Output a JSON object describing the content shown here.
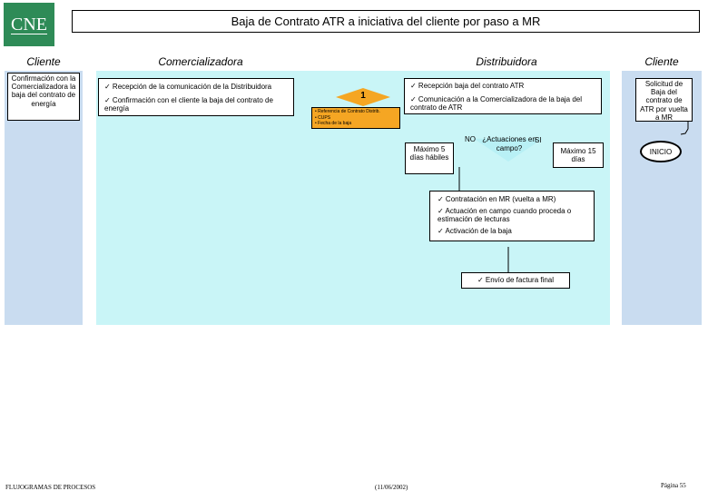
{
  "logo_text": "CNE",
  "title": "Baja de Contrato ATR a iniciativa del cliente por paso a MR",
  "headers": {
    "cliente_left": "Cliente",
    "comercializadora": "Comercializadora",
    "distribuidora": "Distribuidora",
    "cliente_right": "Cliente"
  },
  "cliente_left_box": "Confirmación con la Comercializadora la baja del contrato de energía",
  "com_box": {
    "item1": "✓ Recepción de la comunicación de la Distribuidora",
    "item2": "✓ Confirmación con el cliente la baja del contrato de energía"
  },
  "step_number": "1",
  "step_data": {
    "item1": "• Referencia de Contrato Distrib.",
    "item2": "• CUPS",
    "item3": "• Fecha de la baja"
  },
  "dis_box": {
    "item1": "✓ Recepción baja del contrato ATR",
    "item2": "✓ Comunicación a la Comercializadora de la baja del contrato de ATR"
  },
  "cliente_right_box": "Solicitud de Baja del contrato de ATR por vuelta a MR",
  "max_left": "Máximo 5 días hábiles",
  "decision": {
    "no_label": "NO",
    "question": "¿Actuaciones en campo?",
    "si_label": "SI"
  },
  "max_right": "Máximo 15 días",
  "start_label": "INICIO",
  "actions_box": {
    "item1": "✓ Contratación en MR (vuelta a MR)",
    "item2": "✓ Actuación en campo cuando proceda o estimación de lecturas",
    "item3": "✓ Activación de la baja"
  },
  "invoice_box": "✓ Envío de factura final",
  "footer": {
    "left": "FLUJOGRAMAS DE PROCESOS",
    "center": "(11/06/2002)",
    "right": "Página 55"
  },
  "colors": {
    "lane_client": "#c9dcf0",
    "lane_agents": "#c9f5f7",
    "step_orange": "#f5a623",
    "logo_green": "#2e8b57"
  }
}
